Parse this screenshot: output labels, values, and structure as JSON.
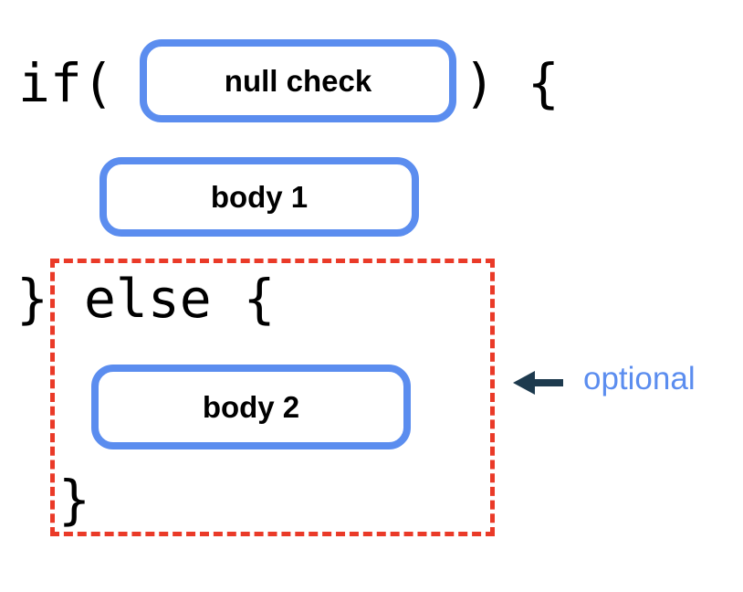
{
  "diagram": {
    "title": "if / else null-check structure",
    "background_color": "#ffffff",
    "accent_blue": "#5B8DEF",
    "accent_red": "#EA3A28",
    "arrow_color": "#1D3A4E",
    "text_color": "#000000"
  },
  "code_tokens": {
    "if_open": "if(",
    "if_close": ") {",
    "brace_close_if": "}",
    "else_open": "else {",
    "brace_close_else": "}"
  },
  "boxes": [
    {
      "id": "null-check",
      "label": "null check",
      "border_color": "#5B8DEF"
    },
    {
      "id": "body-1",
      "label": "body 1",
      "border_color": "#5B8DEF"
    },
    {
      "id": "body-2",
      "label": "body 2",
      "border_color": "#5B8DEF"
    }
  ],
  "annotation": {
    "label": "optional",
    "label_color": "#5B8DEF",
    "arrow_color": "#1D3A4E",
    "arrow_direction": "left",
    "target": "else-block-dashed-region"
  },
  "region": {
    "style": "dashed",
    "color": "#EA3A28",
    "encloses": "else block"
  }
}
